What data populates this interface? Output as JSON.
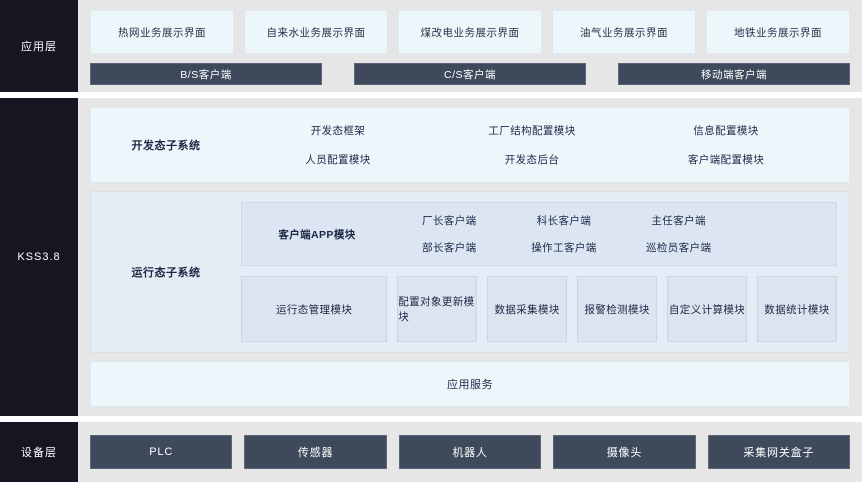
{
  "layers": {
    "application": {
      "label": "应用层",
      "screens": [
        "热网业务展示界面",
        "自来水业务展示界面",
        "煤改电业务展示界面",
        "油气业务展示界面",
        "地铁业务展示界面"
      ],
      "clients": [
        "B/S客户端",
        "C/S客户端",
        "移动端客户端"
      ]
    },
    "platform": {
      "label": "KSS3.8",
      "dev_subsystem": {
        "name": "开发态子系统",
        "items": [
          "开发态框架",
          "工厂结构配置模块",
          "信息配置模块",
          "人员配置模块",
          "开发态后台",
          "客户端配置模块"
        ]
      },
      "run_subsystem": {
        "name": "运行态子系统",
        "app_module": {
          "title": "客户端APP模块",
          "items": [
            "厂长客户端",
            "科长客户端",
            "主任客户端",
            "部长客户端",
            "操作工客户端",
            "巡检员客户端"
          ]
        },
        "modules": [
          "运行态管理模块",
          "配置对象更新模块",
          "数据采集模块",
          "报警检测模块",
          "自定义计算模块",
          "数据统计模块"
        ]
      },
      "service_bar": "应用服务"
    },
    "device": {
      "label": "设备层",
      "devices": [
        "PLC",
        "传感器",
        "机器人",
        "摄像头",
        "采集网关盒子"
      ]
    }
  },
  "colors": {
    "sidebar_bg": "#161622",
    "band_bg": "#e6e6e6",
    "card_light": "#edf7fb",
    "card_blue": "#dbe4ef",
    "dark_bar": "#3e4a5c",
    "text_dark": "#1d2744"
  }
}
